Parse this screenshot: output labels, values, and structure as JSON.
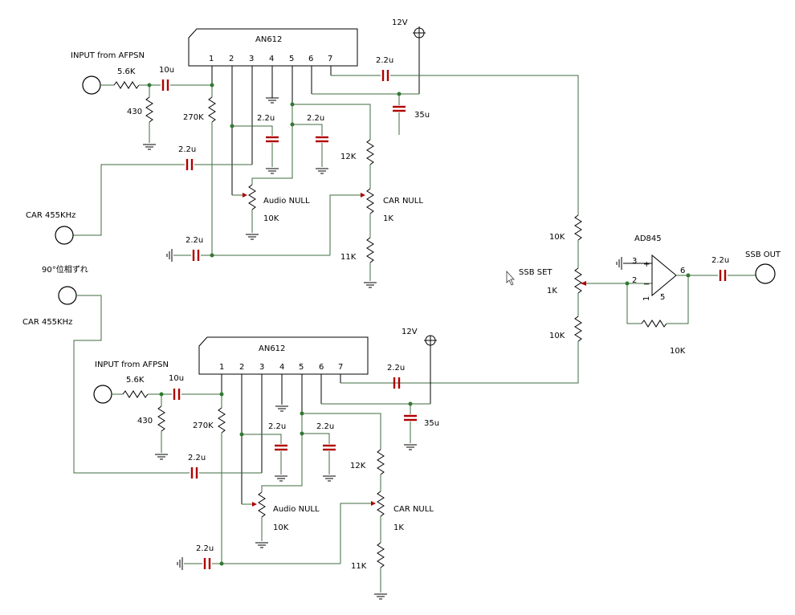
{
  "supply": "12V",
  "ic": {
    "name": "AN612",
    "pins": [
      "1",
      "2",
      "3",
      "4",
      "5",
      "6",
      "7"
    ]
  },
  "channel": {
    "input_label": "INPUT from AFPSN",
    "r_in": "5.6K",
    "r_shunt": "430",
    "c_in": "10u",
    "r_bias": "270K",
    "c_coupling": "2.2u",
    "c_pin2": "2.2u",
    "c_pin5": "2.2u",
    "c_pin7": "2.2u",
    "c_supply": "35u",
    "r_top": "12K",
    "r_bottom": "11K",
    "c_ground": "2.2u",
    "pot_audio_label": "Audio NULL",
    "pot_audio_value": "10K",
    "pot_car_label": "CAR NULL",
    "pot_car_value": "1K"
  },
  "carrier_top": "CAR 455KHz",
  "phase_label": "90°位相ずれ",
  "carrier_bottom": "CAR 455KHz",
  "mixer": {
    "r_upper": "10K",
    "r_lower": "10K",
    "pot_label": "SSB SET",
    "pot_value": "1K"
  },
  "opamp": {
    "name": "AD845",
    "pin_plus": "3",
    "pin_minus": "2",
    "pin_out": "6",
    "pin_1": "1",
    "pin_5": "5",
    "sym_plus": "+",
    "sym_minus": "−",
    "r_feedback": "10K",
    "c_out": "2.2u",
    "output_label": "SSB OUT"
  }
}
